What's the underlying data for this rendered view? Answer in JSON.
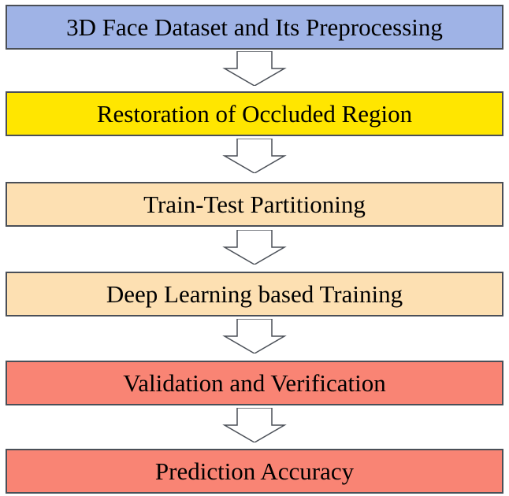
{
  "flowchart": {
    "steps": [
      {
        "label": "3D Face Dataset and Its Preprocessing",
        "color": "#9fb3e6"
      },
      {
        "label": "Restoration of Occluded Region",
        "color": "#ffe600"
      },
      {
        "label": "Train-Test Partitioning",
        "color": "#fde0b2"
      },
      {
        "label": "Deep Learning based Training",
        "color": "#fde0b2"
      },
      {
        "label": "Validation and Verification",
        "color": "#f98474"
      },
      {
        "label": "Prediction Accuracy",
        "color": "#f98474"
      }
    ]
  }
}
